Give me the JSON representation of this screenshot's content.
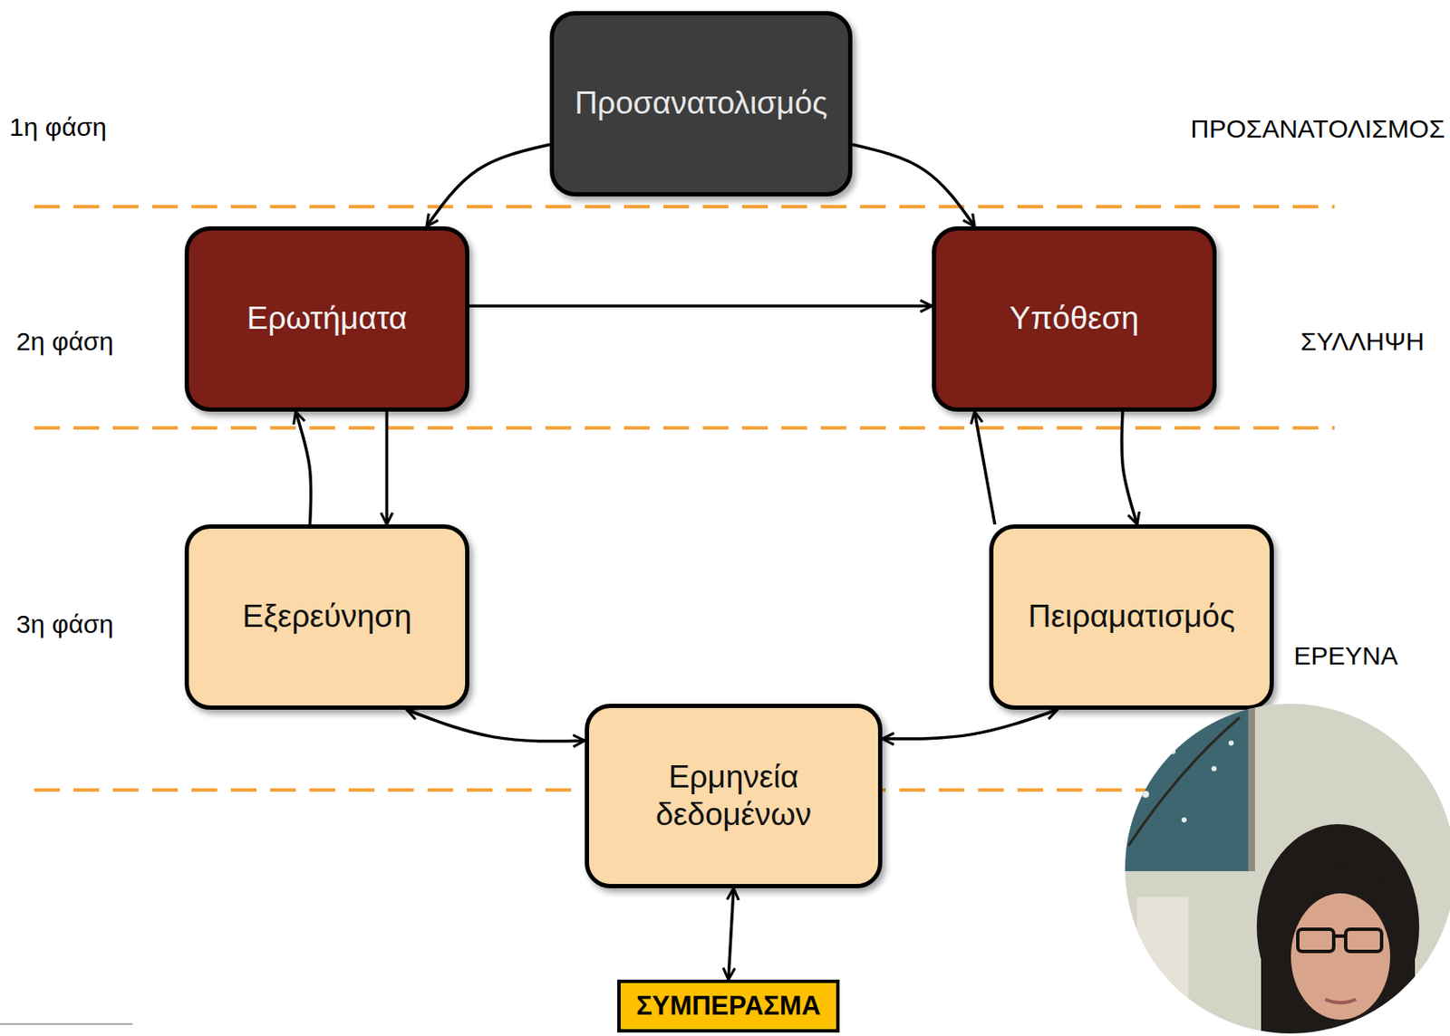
{
  "diagram": {
    "nodes": [
      {
        "text": [
          "Προσανατολισμός"
        ]
      },
      {
        "text": [
          "Ερωτήματα"
        ]
      },
      {
        "text": [
          "Υπόθεση"
        ]
      },
      {
        "text": [
          "Εξερεύνηση"
        ]
      },
      {
        "text": [
          "Πειραματισμός"
        ]
      },
      {
        "text": [
          "Ερμηνεία δεδομένων"
        ]
      },
      {
        "text": [
          "ΣΥΜΠΕΡΑΣΜΑ"
        ]
      }
    ],
    "edges": [
      {
        "from": 0,
        "to": 1,
        "arrow": "to"
      },
      {
        "from": 0,
        "to": 2,
        "arrow": "to"
      },
      {
        "from": 1,
        "to": 2,
        "arrow": "to"
      },
      {
        "from": 1,
        "to": 3,
        "arrow": "to"
      },
      {
        "from": 3,
        "to": 1,
        "arrow": "to"
      },
      {
        "from": 4,
        "to": 2,
        "arrow": "to"
      },
      {
        "from": 2,
        "to": 4,
        "arrow": "to"
      },
      {
        "from": 3,
        "to": 5,
        "arrow": "both"
      },
      {
        "from": 4,
        "to": 5,
        "arrow": "both"
      },
      {
        "from": 5,
        "to": 6,
        "arrow": "both"
      }
    ],
    "labels": [
      "1η φάση",
      "ΠΡΟΣΑΝΑΤΟΛΙΣΜΟΣ",
      "2η φάση",
      "ΣΥΛΛΗΨΗ",
      "3η φάση",
      "ΕΡΕΥΝΑ"
    ]
  }
}
